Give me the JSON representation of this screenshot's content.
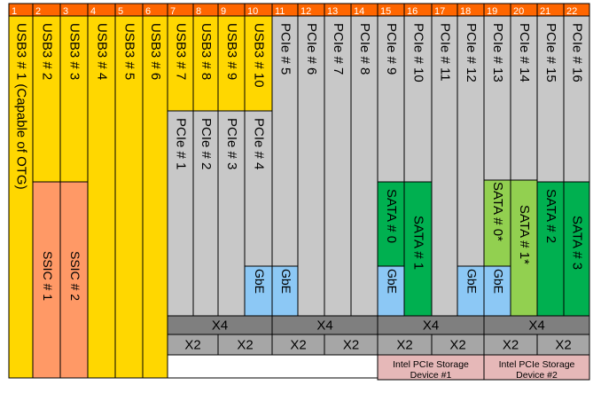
{
  "lanes": [
    "1",
    "2",
    "3",
    "4",
    "5",
    "6",
    "7",
    "8",
    "9",
    "10",
    "11",
    "12",
    "13",
    "14",
    "15",
    "16",
    "17",
    "18",
    "19",
    "20",
    "21",
    "22"
  ],
  "blocks": [
    {
      "lane_start": 1,
      "lane_end": 1,
      "label": "USB3 # 1 (Capable of OTG)",
      "kind": "usb"
    },
    {
      "lane_start": 2,
      "lane_end": 2,
      "label": "USB3 # 2",
      "kind": "usb"
    },
    {
      "lane_start": 3,
      "lane_end": 3,
      "label": "USB3 # 3",
      "kind": "usb"
    },
    {
      "lane_start": 4,
      "lane_end": 4,
      "label": "USB3 # 4",
      "kind": "usb"
    },
    {
      "lane_start": 5,
      "lane_end": 5,
      "label": "USB3 # 5",
      "kind": "usb"
    },
    {
      "lane_start": 6,
      "lane_end": 6,
      "label": "USB3 # 6",
      "kind": "usb"
    },
    {
      "lane_start": 7,
      "lane_end": 7,
      "label": "USB3 # 7",
      "kind": "usb"
    },
    {
      "lane_start": 8,
      "lane_end": 8,
      "label": "USB3 # 8",
      "kind": "usb"
    },
    {
      "lane_start": 9,
      "lane_end": 9,
      "label": "USB3 # 9",
      "kind": "usb"
    },
    {
      "lane_start": 10,
      "lane_end": 10,
      "label": "USB3 # 10",
      "kind": "usb"
    },
    {
      "lane_start": 2,
      "lane_end": 2,
      "label": "SSIC # 1",
      "kind": "ssic"
    },
    {
      "lane_start": 3,
      "lane_end": 3,
      "label": "SSIC # 2",
      "kind": "ssic"
    },
    {
      "lane_start": 7,
      "lane_end": 7,
      "label": "PCIe # 1",
      "kind": "pcie"
    },
    {
      "lane_start": 8,
      "lane_end": 8,
      "label": "PCIe # 2",
      "kind": "pcie"
    },
    {
      "lane_start": 9,
      "lane_end": 9,
      "label": "PCIe # 3",
      "kind": "pcie"
    },
    {
      "lane_start": 10,
      "lane_end": 10,
      "label": "PCIe # 4",
      "kind": "pcie"
    },
    {
      "lane_start": 11,
      "lane_end": 11,
      "label": "PCIe # 5",
      "kind": "pcie"
    },
    {
      "lane_start": 12,
      "lane_end": 12,
      "label": "PCIe # 6",
      "kind": "pcie"
    },
    {
      "lane_start": 13,
      "lane_end": 13,
      "label": "PCIe # 7",
      "kind": "pcie"
    },
    {
      "lane_start": 14,
      "lane_end": 14,
      "label": "PCIe # 8",
      "kind": "pcie"
    },
    {
      "lane_start": 15,
      "lane_end": 15,
      "label": "PCIe # 9",
      "kind": "pcie"
    },
    {
      "lane_start": 16,
      "lane_end": 16,
      "label": "PCIe # 10",
      "kind": "pcie"
    },
    {
      "lane_start": 17,
      "lane_end": 17,
      "label": "PCIe # 11",
      "kind": "pcie"
    },
    {
      "lane_start": 18,
      "lane_end": 18,
      "label": "PCIe # 12",
      "kind": "pcie"
    },
    {
      "lane_start": 19,
      "lane_end": 19,
      "label": "PCIe # 13",
      "kind": "pcie"
    },
    {
      "lane_start": 20,
      "lane_end": 20,
      "label": "PCIe # 14",
      "kind": "pcie"
    },
    {
      "lane_start": 21,
      "lane_end": 21,
      "label": "PCIe # 15",
      "kind": "pcie"
    },
    {
      "lane_start": 22,
      "lane_end": 22,
      "label": "PCIe # 16",
      "kind": "pcie"
    },
    {
      "lane_start": 15,
      "lane_end": 15,
      "label": "SATA # 0",
      "kind": "sata"
    },
    {
      "lane_start": 16,
      "lane_end": 16,
      "label": "SATA # 1",
      "kind": "sata"
    },
    {
      "lane_start": 19,
      "lane_end": 19,
      "label": "SATA # 0*",
      "kind": "sata_alt"
    },
    {
      "lane_start": 20,
      "lane_end": 20,
      "label": "SATA # 1*",
      "kind": "sata_alt"
    },
    {
      "lane_start": 21,
      "lane_end": 21,
      "label": "SATA # 2",
      "kind": "sata"
    },
    {
      "lane_start": 22,
      "lane_end": 22,
      "label": "SATA # 3",
      "kind": "sata"
    },
    {
      "lane_start": 10,
      "lane_end": 10,
      "label": "GbE",
      "kind": "gbe"
    },
    {
      "lane_start": 11,
      "lane_end": 11,
      "label": "GbE",
      "kind": "gbe"
    },
    {
      "lane_start": 15,
      "lane_end": 15,
      "label": "GbE",
      "kind": "gbe"
    },
    {
      "lane_start": 18,
      "lane_end": 18,
      "label": "GbE",
      "kind": "gbe"
    },
    {
      "lane_start": 19,
      "lane_end": 19,
      "label": "GbE",
      "kind": "gbe"
    }
  ],
  "x4_groups": [
    {
      "lane_start": 7,
      "lane_end": 10,
      "label": "X4"
    },
    {
      "lane_start": 11,
      "lane_end": 14,
      "label": "X4"
    },
    {
      "lane_start": 15,
      "lane_end": 18,
      "label": "X4"
    },
    {
      "lane_start": 19,
      "lane_end": 22,
      "label": "X4"
    }
  ],
  "x2_groups": [
    {
      "lane_start": 7,
      "lane_end": 8,
      "label": "X2"
    },
    {
      "lane_start": 9,
      "lane_end": 10,
      "label": "X2"
    },
    {
      "lane_start": 11,
      "lane_end": 12,
      "label": "X2"
    },
    {
      "lane_start": 13,
      "lane_end": 14,
      "label": "X2"
    },
    {
      "lane_start": 15,
      "lane_end": 16,
      "label": "X2"
    },
    {
      "lane_start": 17,
      "lane_end": 18,
      "label": "X2"
    },
    {
      "lane_start": 19,
      "lane_end": 20,
      "label": "X2"
    },
    {
      "lane_start": 21,
      "lane_end": 22,
      "label": "X2"
    }
  ],
  "storage_devices": [
    {
      "lane_start": 15,
      "lane_end": 18,
      "line1": "Intel PCIe Storage",
      "line2": "Device #1"
    },
    {
      "lane_start": 19,
      "lane_end": 22,
      "line1": "Intel PCIe Storage",
      "line2": "Device #2"
    }
  ],
  "colors": {
    "header": "#ff6600",
    "usb": "#ffd700",
    "ssic": "#ff9966",
    "pcie": "#c8c8c8",
    "sata": "#00b050",
    "sata_alt": "#92d050",
    "gbe": "#8cc8f5",
    "x4": "#7f7f7f",
    "x2": "#a6a6a6",
    "storage": "#e6b8b8",
    "grid": "#000000"
  }
}
